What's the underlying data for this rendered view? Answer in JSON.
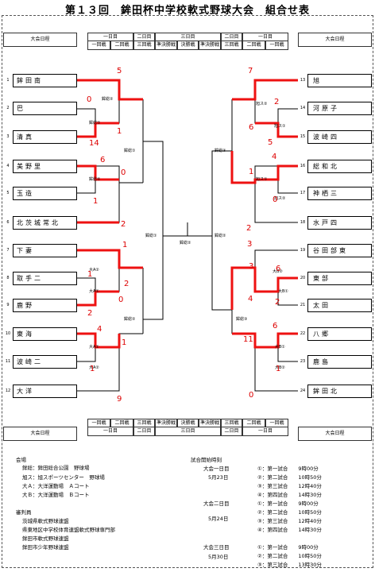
{
  "title": "第１３回　鉾田杯中学校軟式野球大会　組合せ表",
  "header": {
    "schedule_label": "大会日程",
    "day1": "一日目",
    "day2": "二日目",
    "day3": "三日目",
    "r1": "一回戦",
    "r2": "二回戦",
    "r3": "三回戦",
    "qf": "準決勝戦",
    "final": "決勝戦"
  },
  "teams_left": [
    {
      "no": "1",
      "name": "鉾田南"
    },
    {
      "no": "2",
      "name": "巴"
    },
    {
      "no": "3",
      "name": "清真"
    },
    {
      "no": "4",
      "name": "美野里"
    },
    {
      "no": "5",
      "name": "玉造"
    },
    {
      "no": "6",
      "name": "北茨城常北"
    },
    {
      "no": "7",
      "name": "下妻"
    },
    {
      "no": "8",
      "name": "取手二"
    },
    {
      "no": "9",
      "name": "鹿野"
    },
    {
      "no": "10",
      "name": "東海"
    },
    {
      "no": "11",
      "name": "波崎二"
    },
    {
      "no": "12",
      "name": "大洋"
    }
  ],
  "teams_right": [
    {
      "no": "13",
      "name": "旭"
    },
    {
      "no": "14",
      "name": "河原子"
    },
    {
      "no": "15",
      "name": "波崎四"
    },
    {
      "no": "16",
      "name": "総和北"
    },
    {
      "no": "17",
      "name": "神栖三"
    },
    {
      "no": "18",
      "name": "水戸四"
    },
    {
      "no": "19",
      "name": "谷田部東"
    },
    {
      "no": "20",
      "name": "東部"
    },
    {
      "no": "21",
      "name": "太田"
    },
    {
      "no": "22",
      "name": "八郷"
    },
    {
      "no": "23",
      "name": "鹿島"
    },
    {
      "no": "24",
      "name": "鉾田北"
    }
  ],
  "venues": {
    "hokota1": "鉾総①",
    "hokota2": "鉾総②",
    "hokota3": "鉾総③",
    "asahi1": "旭ス①",
    "asahi2": "旭ス②",
    "daiA1": "大A①",
    "daiA2": "大A②",
    "daiB1": "大B①",
    "daiB2": "大B②"
  },
  "scores": [
    "5",
    "0",
    "1",
    "14",
    "6",
    "0",
    "1",
    "2",
    "1",
    "1",
    "2",
    "0",
    "2",
    "4",
    "1",
    "1",
    "9",
    "7",
    "2",
    "6",
    "5",
    "4",
    "1",
    "3",
    "0",
    "2",
    "3",
    "6",
    "4",
    "2",
    "6",
    "1",
    "11",
    "0",
    "0"
  ],
  "info": {
    "venue_heading": "会場",
    "venues": [
      "鉾総：鉾田総合公園　野球場",
      "旭ス：旭スポーツセンター　野球場",
      "大Ａ：大洋運動場　Ａコート",
      "大Ｂ：大洋運動場　Ｂコート"
    ],
    "start_heading": "試合開始時刻",
    "day1_label": "大会一日目",
    "day1_date": "5月23日",
    "day2_label": "大会二日目",
    "day2_date": "5月24日",
    "day3_label": "大会三日目",
    "day3_date": "5月30日",
    "times": [
      "①：第一試合　　9時00分",
      "②：第二試合　　10時50分",
      "③：第三試合　　12時40分",
      "④：第四試合　　14時30分",
      "①：第一試合　　9時00分",
      "②：第二試合　　10時50分",
      "③：第三試合　　12時40分",
      "④：第四試合　　14時30分",
      "①：第一試合　　9時00分",
      "②：第二試合　　10時50分",
      "③：第三試合　　13時30分"
    ],
    "referee_heading": "審判員",
    "referees": [
      "茨城県軟式野球連盟",
      "県東地区中学校体育連盟軟式野球専門部",
      "鉾田市軟式野球連盟",
      "鉾田市少年野球連盟"
    ]
  }
}
